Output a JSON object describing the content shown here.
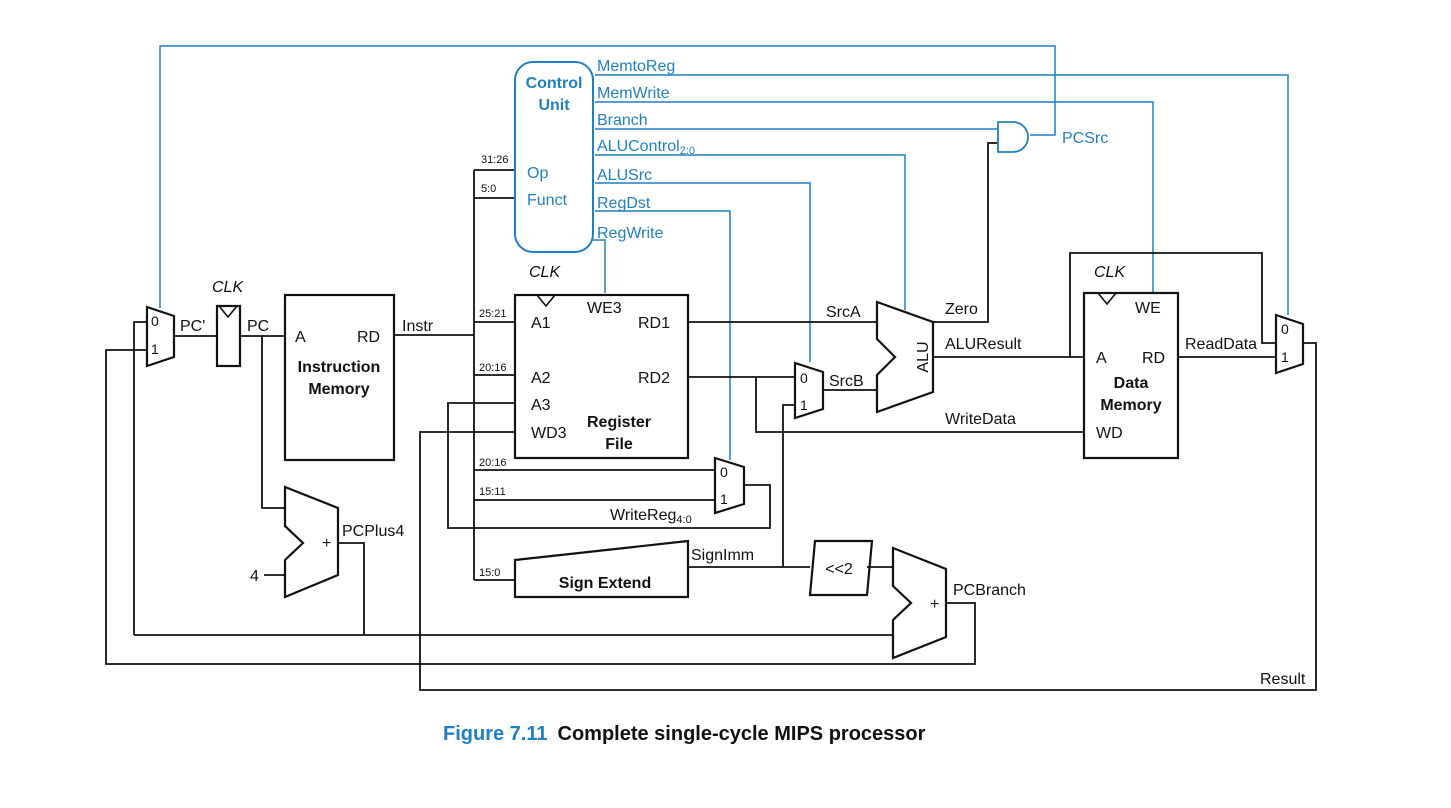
{
  "caption": {
    "number": "Figure 7.11",
    "text": "Complete single-cycle MIPS processor"
  },
  "blocks": {
    "control_unit": {
      "line1": "Control",
      "line2": "Unit",
      "op": "Op",
      "funct": "Funct"
    },
    "instruction_memory": {
      "line1": "Instruction",
      "line2": "Memory",
      "port_a": "A",
      "port_rd": "RD"
    },
    "register_file": {
      "line1": "Register",
      "line2": "File",
      "a1": "A1",
      "a2": "A2",
      "a3": "A3",
      "wd3": "WD3",
      "we3": "WE3",
      "rd1": "RD1",
      "rd2": "RD2"
    },
    "data_memory": {
      "line1": "Data",
      "line2": "Memory",
      "port_a": "A",
      "port_rd": "RD",
      "port_wd": "WD",
      "we": "WE"
    },
    "sign_extend": "Sign Extend",
    "alu": "ALU",
    "shift": "<<2",
    "plus": "+",
    "const_four": "4",
    "clk": "CLK"
  },
  "mux_inputs": {
    "zero": "0",
    "one": "1"
  },
  "control_signals": [
    "MemtoReg",
    "MemWrite",
    "Branch",
    "ALUControl",
    "ALUSrc",
    "RegDst",
    "RegWrite"
  ],
  "alucontrol_sub": "2:0",
  "signals": {
    "pc_prime": "PC'",
    "pc": "PC",
    "instr": "Instr",
    "pcplus4": "PCPlus4",
    "srca": "SrcA",
    "srcb": "SrcB",
    "zero": "Zero",
    "aluresult": "ALUResult",
    "writedata": "WriteData",
    "readdata": "ReadData",
    "result": "Result",
    "signimm": "SignImm",
    "pcbranch": "PCBranch",
    "pcsrc": "PCSrc",
    "writereg": "WriteReg",
    "writereg_sub": "4:0"
  },
  "bit_fields": {
    "op": "31:26",
    "funct": "5:0",
    "rs": "25:21",
    "rt": "20:16",
    "rt_mux": "20:16",
    "rd": "15:11",
    "imm": "15:0"
  },
  "colors": {
    "control": "#1f7fc4",
    "wire": "#111111",
    "background": "#ffffff"
  }
}
